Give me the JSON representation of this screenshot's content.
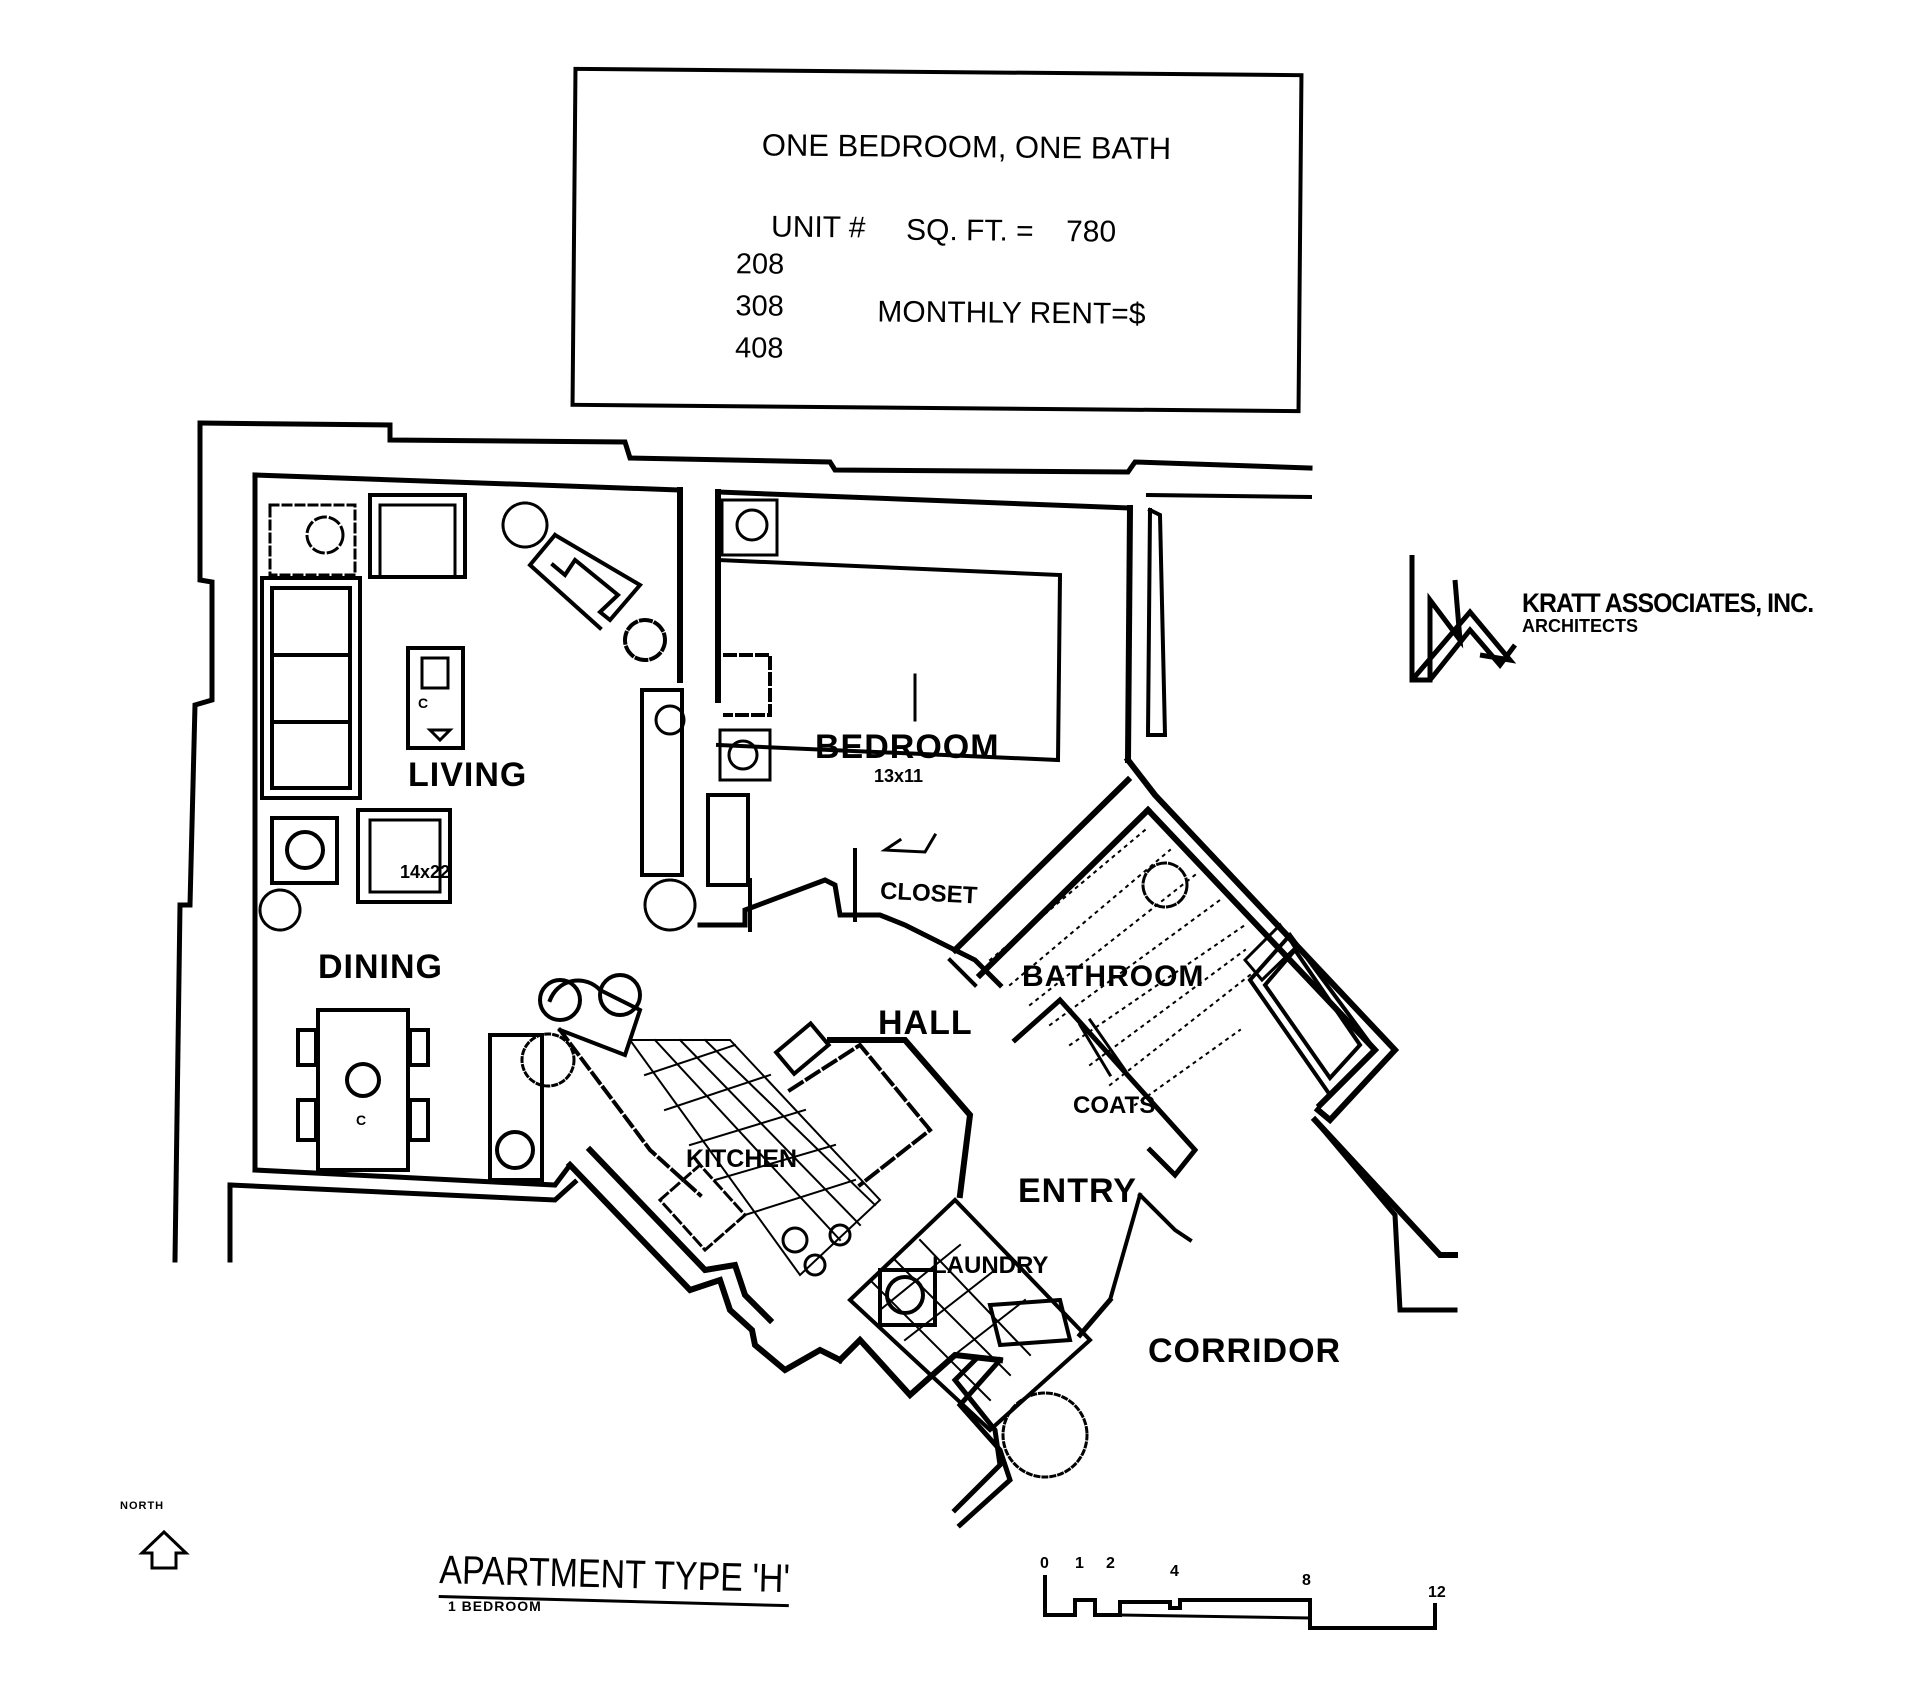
{
  "info": {
    "title": "ONE BEDROOM, ONE BATH",
    "unit_label": "UNIT #",
    "sqft_label": "SQ. FT. =",
    "sqft_value": "780",
    "units": [
      "208",
      "308",
      "408"
    ],
    "rent_label": "MONTHLY RENT=$"
  },
  "rooms": {
    "living": "LIVING",
    "living_dim": "14x22",
    "dining": "DINING",
    "bedroom": "BEDROOM",
    "bedroom_dim": "13x11",
    "closet": "CLOSET",
    "bathroom": "BATHROOM",
    "hall": "HALL",
    "kitchen": "KITCHEN",
    "coats": "COATS",
    "entry": "ENTRY",
    "laundry": "LAUNDRY",
    "corridor": "CORRIDOR",
    "table_label": "C",
    "coffee_table_label": "C"
  },
  "firm": {
    "name": "KRATT ASSOCIATES, INC.",
    "subtitle": "ARCHITECTS"
  },
  "footer": {
    "title": "APARTMENT TYPE 'H'",
    "subtitle": "1 BEDROOM",
    "north_label": "NORTH",
    "scale_ticks": [
      "0",
      "1",
      "2",
      "4",
      "8",
      "12"
    ]
  },
  "icons": {
    "north_arrow": "north-arrow-icon",
    "firm_logo": "kratt-logo-icon",
    "scale_bar": "scale-bar-icon"
  }
}
